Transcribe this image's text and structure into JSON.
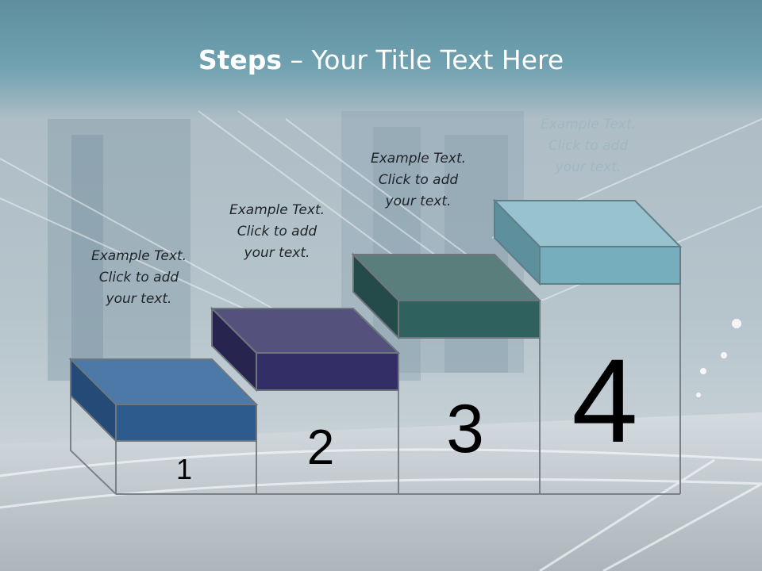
{
  "title": {
    "bold": "Steps",
    "rest": " – Your Title Text Here"
  },
  "steps": [
    {
      "number": "1",
      "lines": [
        "Example Text.",
        "Click  to add",
        "your text."
      ],
      "top_color": "#4d79a8",
      "front_color": "#2e5b8e",
      "side_color": "#244a78"
    },
    {
      "number": "2",
      "lines": [
        "Example Text.",
        "Click  to add",
        "your text."
      ],
      "top_color": "#55517d",
      "front_color": "#332f66",
      "side_color": "#27244f"
    },
    {
      "number": "3",
      "lines": [
        "Example Text.",
        "Click  to add",
        "your text."
      ],
      "top_color": "#5a7e7b",
      "front_color": "#2f625f",
      "side_color": "#244a49"
    },
    {
      "number": "4",
      "lines": [
        "Example Text.",
        "Click  to add",
        "your text."
      ],
      "top_color": "#97c2ce",
      "front_color": "#77aebd",
      "side_color": "#5e8f9d"
    }
  ],
  "colors": {
    "title_bar": "#6fa1b0",
    "outline": "#7a8288"
  }
}
